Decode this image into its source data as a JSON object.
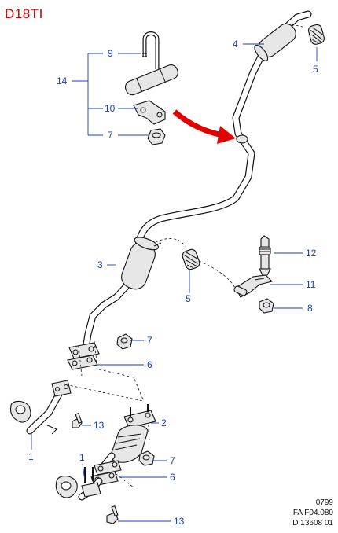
{
  "engine_code": "D18TI",
  "colors": {
    "engine_code": "#d40000",
    "callouts": "#1a3fb0",
    "arrow": "#e30000"
  },
  "callouts": [
    "9",
    "14",
    "10",
    "7",
    "4",
    "5",
    "3",
    "12",
    "11",
    "8",
    "5",
    "7",
    "6",
    "2",
    "13",
    "1",
    "7",
    "1",
    "6",
    "13"
  ],
  "footer": {
    "line1": "0799",
    "line2": "FA F04.080",
    "line3": "D 13608 01"
  }
}
